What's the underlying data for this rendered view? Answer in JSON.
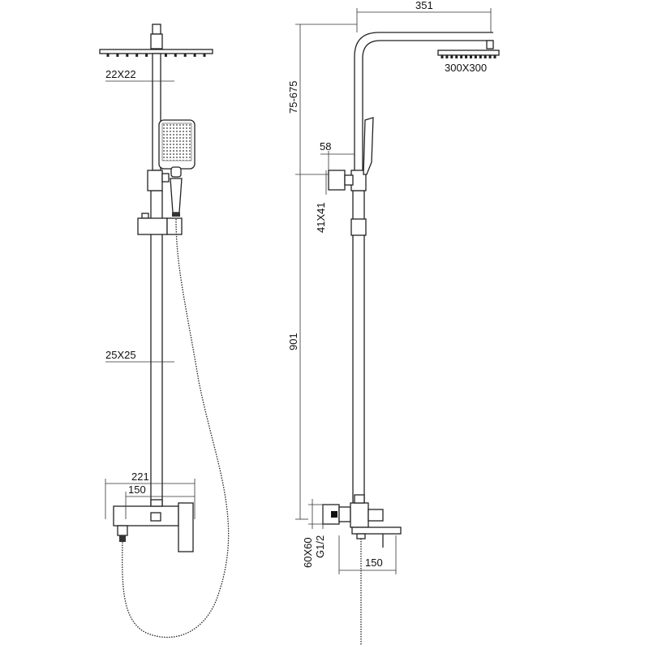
{
  "drawing": {
    "front_view": {
      "pipe_top": "22X22",
      "pipe_bottom": "25X25",
      "mixer_width": "221",
      "mixer_center": "150"
    },
    "side_view": {
      "arm_reach": "351",
      "head_size": "300X300",
      "height_adjust": "75-675",
      "bracket_offset": "58",
      "bracket_size": "41X41",
      "total_height": "901",
      "mixer_size": "60X60",
      "thread": "G1/2",
      "spout_reach": "150"
    },
    "colors": {
      "line": "#222222",
      "background": "#ffffff"
    }
  }
}
